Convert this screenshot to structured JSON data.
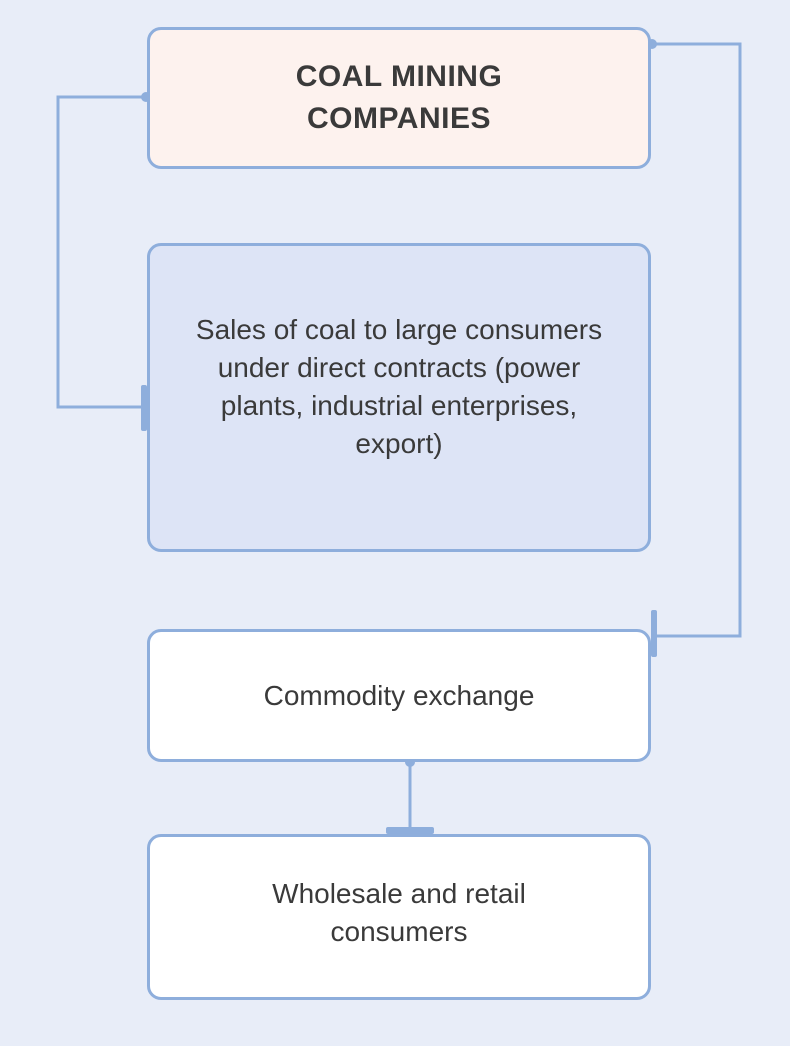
{
  "diagram": {
    "nodes": [
      {
        "id": "coal-mining-companies",
        "label": "COAL MINING COMPANIES"
      },
      {
        "id": "direct-contract-sales",
        "label": "Sales of coal to large consumers under direct contracts (power plants, industrial enterprises, export)"
      },
      {
        "id": "commodity-exchange",
        "label": "Commodity exchange"
      },
      {
        "id": "wholesale-retail-consumers",
        "label": "Wholesale and retail consumers"
      }
    ],
    "edges": [
      {
        "from": "coal-mining-companies",
        "to": "direct-contract-sales"
      },
      {
        "from": "coal-mining-companies",
        "to": "commodity-exchange"
      },
      {
        "from": "commodity-exchange",
        "to": "wholesale-retail-consumers"
      }
    ],
    "colors": {
      "background": "#e8edf8",
      "connector": "#8eaedc",
      "border": "#8eaedc",
      "text": "#3a3a3a",
      "top_node_fill": "#fdf2ee",
      "middle_node_fill": "#dde4f6",
      "plain_node_fill": "#ffffff"
    }
  }
}
